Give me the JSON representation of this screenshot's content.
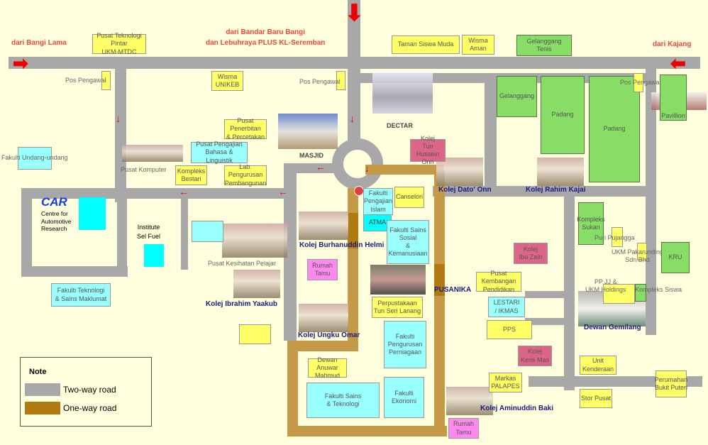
{
  "directions": {
    "bangi_lama": "dari Bangi Lama",
    "bandar_baru": "dari Bandar Baru Bangi\ndan Lebuhraya PLUS KL-Seremban",
    "kajang": "dari Kajang"
  },
  "places": {
    "mtdc": "Pusat Teknologi Pintar\nUKM-MTDC",
    "pos1": "Pos Pengawal",
    "unikeb": "Wisma UNIKEB",
    "pos2": "Pos Pengawal",
    "taman": "Taman Siswa Muda",
    "aman": "Wisma\nAman",
    "tenis": "Gelanggang\nTenis",
    "penerbitan": "Pusat Penerbitan\n& Percetakan",
    "bahasa": "Pusat Pengajian\nBahasa & Linguistik",
    "komputer": "Pusat Komputer",
    "bestari": "Kompleks\nBestari",
    "lab": "Lab. Pengurusan\nPembangunan",
    "undang": "Fakulti Undang-undang",
    "masjid": "MASJID",
    "dectar": "DECTAR",
    "tho": "Kolej\nTun Hussein Onn",
    "gelanggang": "Gelanggang",
    "padang1": "Padang",
    "padang2": "Padang",
    "pos3": "Pos Pengawal",
    "pavillion": "Pavillion",
    "islam": "Fakulti\nPengajian\nIslam",
    "atma": "ATMA",
    "canselori": "Canselori",
    "fssk": "Fakulti Sains\nSosial\n& Kemanusiaan",
    "rumah1": "Rumah\nTamu",
    "pusanika": "PUSANIKA",
    "ptsl": "Perpustakaan\nTun Seri Lanang",
    "fpp": "Fakulti\nPengurusan\nPerniagaan",
    "anuwar": "Dewan\nAnuwar Mahmud",
    "fst": "Fakulti Sains\n& Teknologi",
    "feko": "Fakulti\nEkonomi",
    "rumah2": "Rumah\nTamu",
    "palapes": "Markas\nPALAPES",
    "kerismas": "Kolej\nKeris Mas",
    "pps": "PPS",
    "lestari": "LESTARI\n/ IKMAS",
    "pkp": "Pusat Kembangan\nPendidikan",
    "ibuzain": "Kolej\nIbu Zain",
    "sukan": "Kompleks\nSukan",
    "puri": "Puri Pujangga",
    "pakar": "UKM Pakarunding\nSdn Bhd",
    "kru": "KRU",
    "ppjj": "PP JJ &\nUKM Holdings",
    "siswa": "Kompleks Siswa",
    "unit": "Unit Kenderaan",
    "stor": "Stor Pusat",
    "puteri": "Perumahan\nBukit Puteri",
    "kesihatan": "Pusat Kesihatan Pelajar",
    "ftsm": "Fakulti Teknologi\n& Sains Maklumat",
    "car_logo": "CAR",
    "car": "Centre for\nAutomotive\nResearch",
    "selfuel": "Institute\nSel Fuel"
  },
  "colleges": {
    "datoonn": "Kolej Dato' Onn",
    "rahim": "Kolej Rahim Kajai",
    "burhanuddin": "Kolej Burhanuddin Helmi",
    "ungku": "Kolej Ungku Omar",
    "ibrahim": "Kolej Ibrahim Yaakub",
    "aminuddin": "Kolej Aminuddin Baki",
    "gemilang": "Dewan Gemilang"
  },
  "legend": {
    "title": "Note",
    "two_way": "Two-way road",
    "one_way": "One-way road",
    "two_way_color": "#a8a8a8",
    "one_way_color": "#b07a10"
  }
}
